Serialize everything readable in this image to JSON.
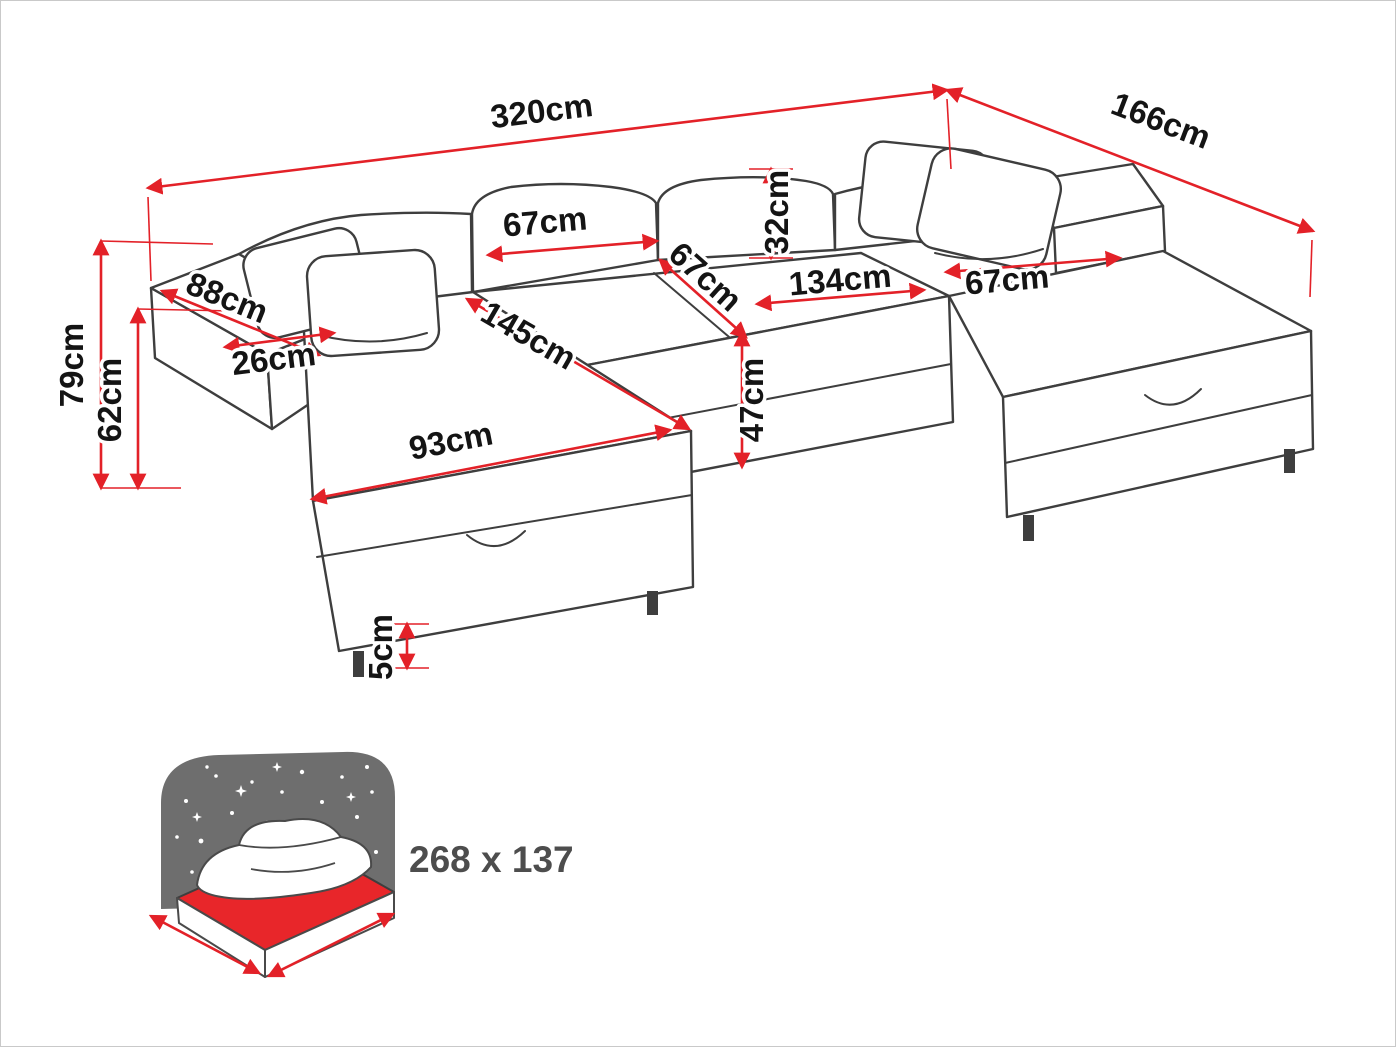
{
  "colors": {
    "accent_red": "#e32128",
    "drawing_line": "#3e3e3e",
    "icon_dark_gray": "#6e6e6e",
    "mattress_red": "#e8262a",
    "label_gray": "#4d4d4d"
  },
  "diagram": {
    "unit": "cm",
    "dimensions": {
      "total_width": "320cm",
      "total_depth": "166cm",
      "total_height": "79cm",
      "body_height": "62cm",
      "armrest_length": "88cm",
      "armrest_width": "26cm",
      "back_cushion_width": "67cm",
      "backrest_height": "32cm",
      "seat_depth": "67cm",
      "middle_width": "134cm",
      "right_seat_width": "67cm",
      "chaise_length": "145cm",
      "chaise_width": "93cm",
      "seat_height": "47cm",
      "leg_height": "5cm"
    },
    "sleeping_area": {
      "label": "268 x 137"
    }
  }
}
